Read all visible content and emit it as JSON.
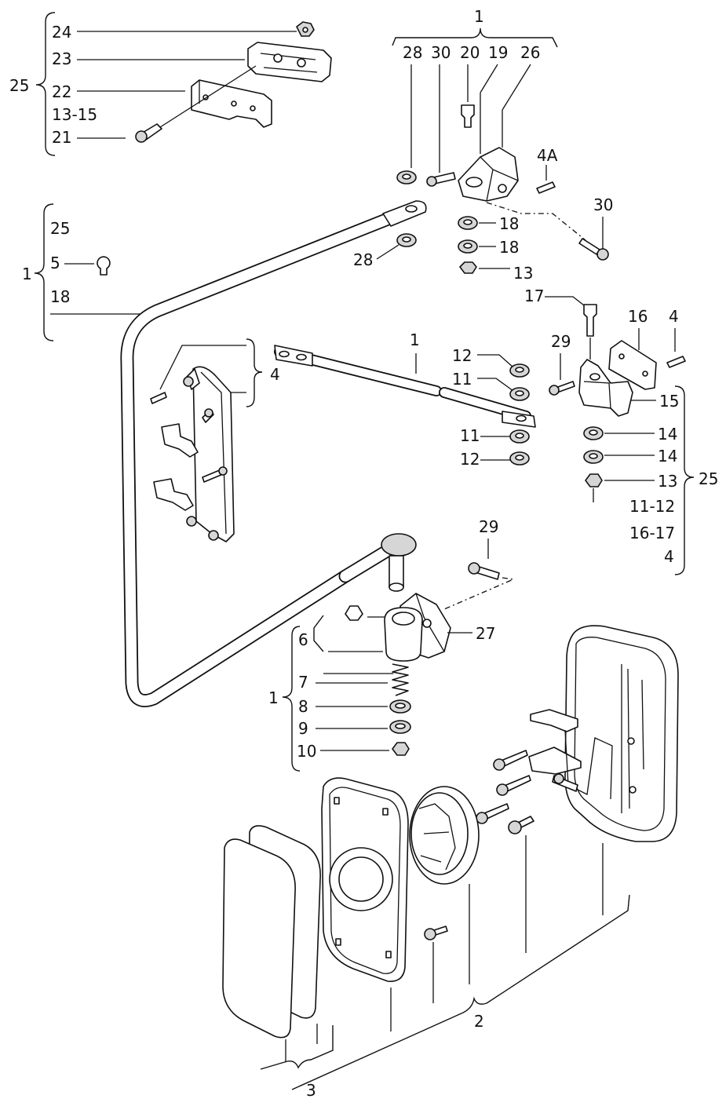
{
  "callouts": {
    "c24": "24",
    "c23": "23",
    "c22": "22",
    "c13_15": "13-15",
    "c21": "21",
    "c25_top": "25",
    "c1_top": "1",
    "c28_top": "28",
    "c30_top": "30",
    "c20": "20",
    "c19": "19",
    "c26": "26",
    "c4A": "4A",
    "c30_right": "30",
    "c18_a": "18",
    "c18_b": "18",
    "c13_top": "13",
    "c28_mid": "28",
    "c25_left": "25",
    "c1_left": "1",
    "c5": "5",
    "c18_left": "18",
    "c17": "17",
    "c16": "16",
    "c4_right": "4",
    "c29_top": "29",
    "c15": "15",
    "c14_a": "14",
    "c14_b": "14",
    "c13_right": "13",
    "c25_right": "25",
    "c11_12": "11-12",
    "c16_17": "16-17",
    "c4_bottom": "4",
    "c4_left": "4",
    "c1_arm": "1",
    "c12_a": "12",
    "c11_a": "11",
    "c11_b": "11",
    "c12_b": "12",
    "c29_mid": "29",
    "c6": "6",
    "c27": "27",
    "c7": "7",
    "c8": "8",
    "c9": "9",
    "c10": "10",
    "c1_lower": "1",
    "c2": "2",
    "c3": "3"
  }
}
